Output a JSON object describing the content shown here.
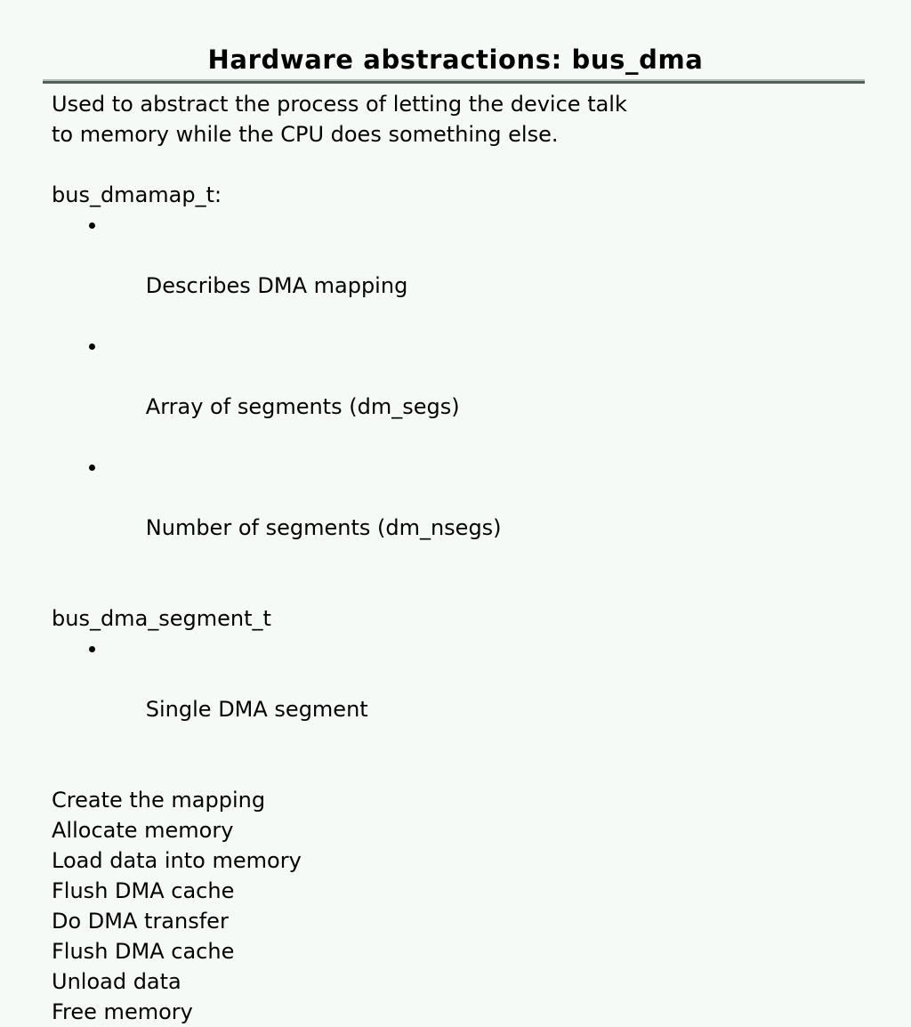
{
  "slide": {
    "title": "Hardware abstractions: bus_dma",
    "background_color": "#f5faf7",
    "text_color": "#000000",
    "rule_light_color": "#b3beb7",
    "rule_dark_color": "#555f59",
    "intro": [
      "Used to abstract the process of letting the device talk",
      "to memory while the CPU does something else."
    ],
    "sections": [
      {
        "heading": "bus_dmamap_t:",
        "bullets": [
          "Describes DMA mapping",
          "Array of segments (dm_segs)",
          "Number of segments (dm_nsegs)"
        ]
      },
      {
        "heading": "bus_dma_segment_t",
        "bullets": [
          "Single DMA segment"
        ]
      }
    ],
    "steps": [
      "Create the mapping",
      "Allocate memory",
      "Load data into memory",
      "Flush DMA cache",
      "Do DMA transfer",
      "Flush DMA cache",
      "Unload data",
      "Free memory"
    ]
  }
}
